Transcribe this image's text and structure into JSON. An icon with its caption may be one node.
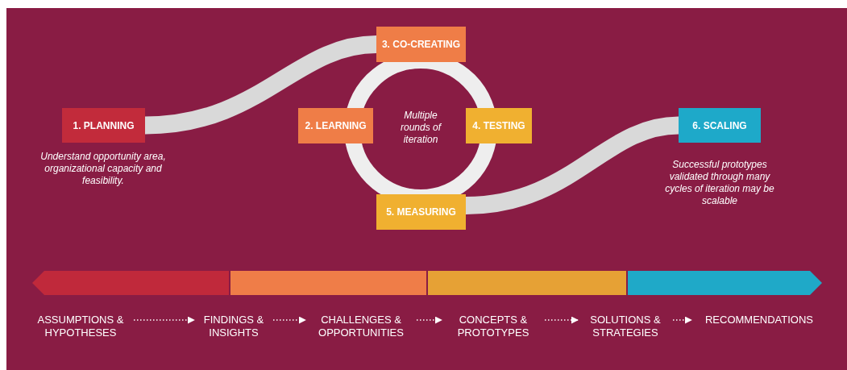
{
  "diagram": {
    "nodes": [
      {
        "text": [
          "1. PLANNING"
        ],
        "beside": [
          "Understand opportunity area, organizational capacity and feasibility."
        ]
      },
      {
        "text": [
          "2. LEARNING"
        ]
      },
      {
        "text": [
          "3. CO-CREATING"
        ]
      },
      {
        "text": [
          "4. TESTING"
        ]
      },
      {
        "text": [
          "5. MEASURING"
        ]
      },
      {
        "text": [
          "6. SCALING"
        ],
        "beside": [
          "Successful prototypes validated through many cycles of iteration may be scalable"
        ]
      },
      {
        "text": [
          "ASSUMPTIONS & HYPOTHESES"
        ]
      },
      {
        "text": [
          "FINDINGS & INSIGHTS"
        ]
      },
      {
        "text": [
          "CHALLENGES & OPPORTUNITIES"
        ]
      },
      {
        "text": [
          "CONCEPTS & PROTOTYPES"
        ]
      },
      {
        "text": [
          "SOLUTIONS & STRATEGIES"
        ]
      },
      {
        "text": [
          "RECOMMENDATIONS"
        ]
      }
    ],
    "edges": [
      {
        "from": 0,
        "to": 2,
        "arrow": "none",
        "style": "thick"
      },
      {
        "from": 4,
        "to": 5,
        "arrow": "none",
        "style": "thick"
      },
      {
        "from": 6,
        "to": 7,
        "arrow": "to",
        "style": "dashed"
      },
      {
        "from": 7,
        "to": 8,
        "arrow": "to",
        "style": "dashed"
      },
      {
        "from": 8,
        "to": 9,
        "arrow": "to",
        "style": "dashed"
      },
      {
        "from": 9,
        "to": 10,
        "arrow": "to",
        "style": "dashed"
      },
      {
        "from": 10,
        "to": 11,
        "arrow": "to",
        "style": "dashed"
      }
    ],
    "labels": [
      "Multiple rounds of iteration"
    ]
  }
}
